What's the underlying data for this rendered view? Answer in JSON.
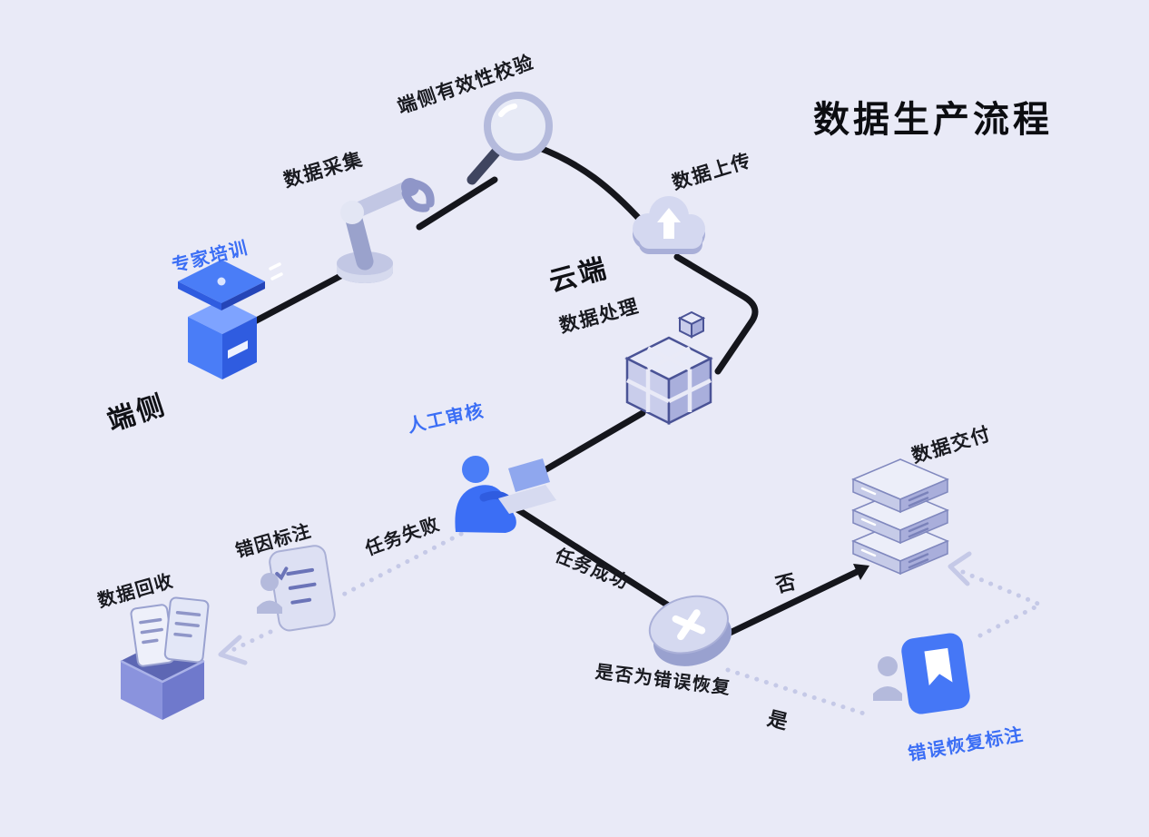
{
  "title": "数据生产流程",
  "zones": {
    "device": "端侧",
    "cloud": "云端"
  },
  "nodes": {
    "expert_training": "专家培训",
    "data_collection": "数据采集",
    "device_validation": "端侧有效性校验",
    "data_upload": "数据上传",
    "data_processing": "数据处理",
    "manual_review": "人工审核",
    "error_cause_annotation": "错因标注",
    "data_recycle": "数据回收",
    "decision": "是否为错误恢复",
    "data_delivery": "数据交付",
    "error_recovery_annotation": "错误恢复标注"
  },
  "edges": {
    "task_failed": "任务失败",
    "task_success": "任务成功",
    "no": "否",
    "yes": "是"
  },
  "colors": {
    "background": "#e9eaf7",
    "accent_blue": "#3b6ef5",
    "flow_line": "#15161c",
    "dotted_line": "#c5c9e7",
    "icon_lavender": "#c9cdeb",
    "icon_dark_lavender": "#8f96c8"
  }
}
